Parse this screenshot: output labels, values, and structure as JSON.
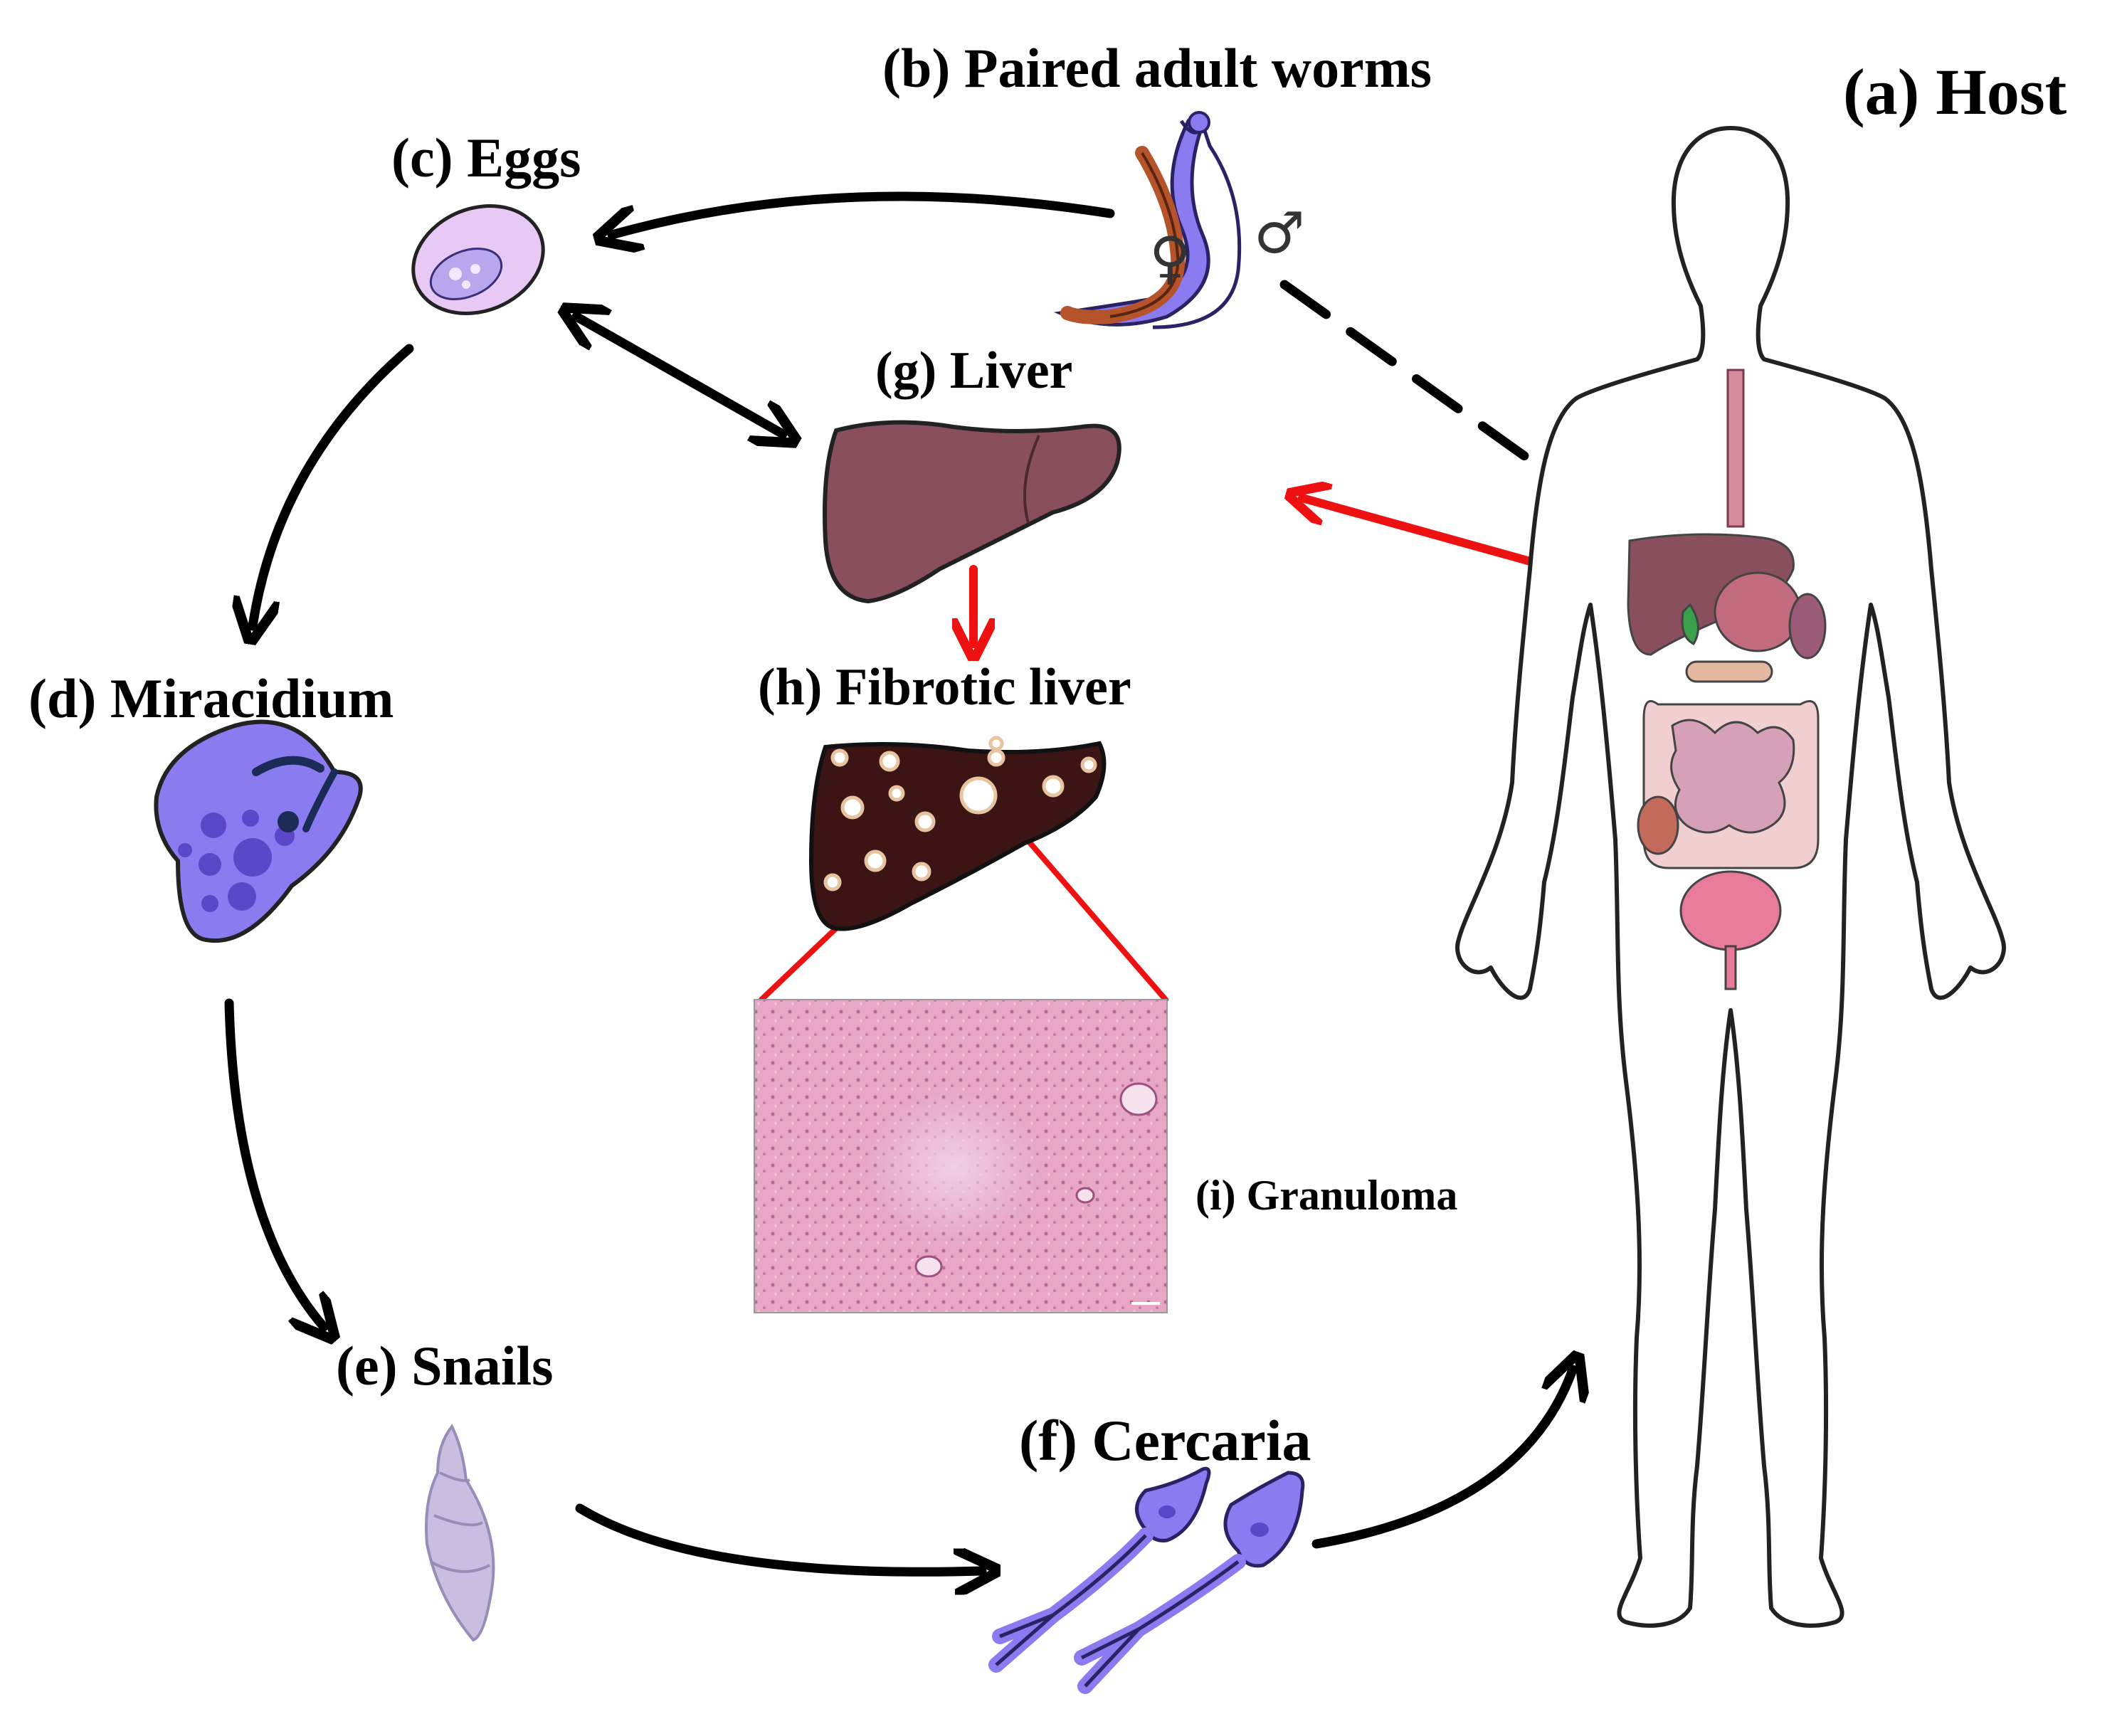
{
  "labels": {
    "host": "(a) Host",
    "worms": "(b) Paired adult worms",
    "eggs": "(c) Eggs",
    "miracidium": "(d) Miracidium",
    "snails": "(e) Snails",
    "cercaria": "(f) Cercaria",
    "liver": "(g) Liver",
    "fibrotic_liver": "(h) Fibrotic liver",
    "granuloma": "(i) Granuloma"
  },
  "symbols": {
    "female": "♀",
    "male": "♂"
  },
  "colors": {
    "arrow": "#000000",
    "highlight": "#ee1111",
    "liver": "#8a4f5c",
    "fibrotic": "#3b1414",
    "parasite": "#8b7bf0",
    "egg": "#e8c8f4",
    "snail": "#c9bde0",
    "tissue": "#e3a0bf"
  }
}
